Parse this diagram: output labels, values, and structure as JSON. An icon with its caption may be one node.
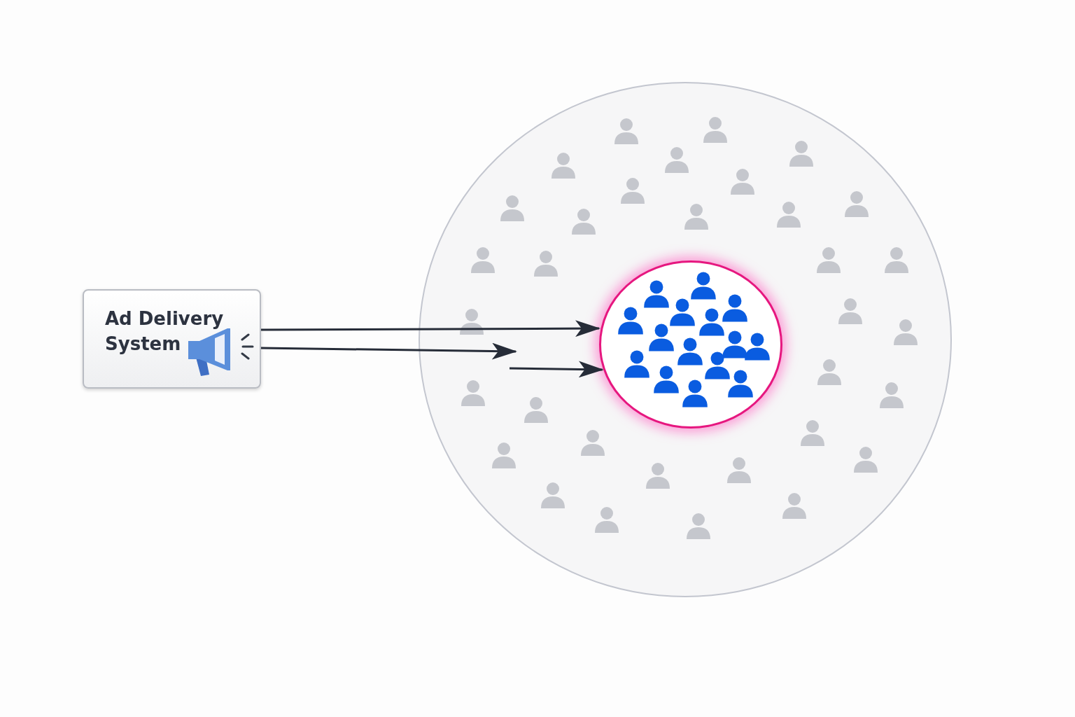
{
  "diagram": {
    "nodes": [
      {
        "text": [
          "Ad Delivery System"
        ]
      },
      {
        "text": [],
        "shape": "circle"
      },
      {
        "text": [],
        "shape": "circle",
        "in": 1
      }
    ],
    "edges": [
      {
        "from": 0,
        "to": 2,
        "arrow": "to"
      },
      {
        "from": 0,
        "to": null,
        "arrow": "to"
      },
      {
        "from": null,
        "to": 2,
        "arrow": "to"
      }
    ]
  }
}
